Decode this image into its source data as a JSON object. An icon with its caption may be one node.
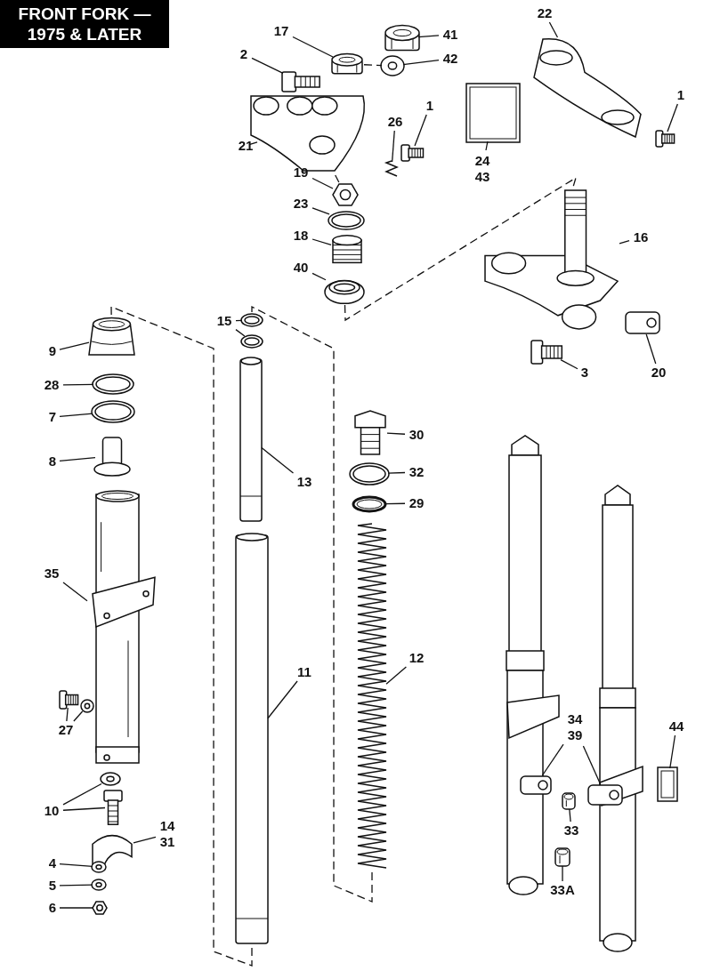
{
  "diagram": {
    "title": "FRONT FORK — 1975 & LATER",
    "nodes": [
      {
        "text": [
          "17"
        ]
      },
      {
        "text": [],
        "shape": "picture"
      },
      {
        "text": [
          "2"
        ]
      },
      {
        "text": [],
        "shape": "picture"
      },
      {
        "text": [
          "41"
        ]
      },
      {
        "text": [],
        "shape": "picture"
      },
      {
        "text": [
          "42"
        ]
      },
      {
        "text": [],
        "shape": "picture"
      },
      {
        "text": [
          "21"
        ]
      },
      {
        "text": [],
        "shape": "picture"
      },
      {
        "text": [
          "26"
        ]
      },
      {
        "text": [],
        "shape": "picture"
      },
      {
        "text": [
          "1"
        ]
      },
      {
        "text": [],
        "shape": "picture"
      },
      {
        "text": [
          "22"
        ]
      },
      {
        "text": [],
        "shape": "picture"
      },
      {
        "text": [
          "24 43"
        ]
      },
      {
        "text": [],
        "shape": "picture"
      },
      {
        "text": [
          "1"
        ]
      },
      {
        "text": [],
        "shape": "picture"
      },
      {
        "text": [
          "19"
        ]
      },
      {
        "text": [],
        "shape": "picture"
      },
      {
        "text": [
          "23"
        ]
      },
      {
        "text": [],
        "shape": "picture"
      },
      {
        "text": [
          "18"
        ]
      },
      {
        "text": [],
        "shape": "picture"
      },
      {
        "text": [
          "40"
        ]
      },
      {
        "text": [],
        "shape": "picture"
      },
      {
        "text": [
          "16"
        ]
      },
      {
        "text": [],
        "shape": "picture"
      },
      {
        "text": [
          "3"
        ]
      },
      {
        "text": [],
        "shape": "picture"
      },
      {
        "text": [
          "20"
        ]
      },
      {
        "text": [],
        "shape": "picture"
      },
      {
        "text": [
          "15"
        ]
      },
      {
        "text": [],
        "shape": "picture"
      },
      {
        "text": [],
        "shape": "picture"
      },
      {
        "text": [
          "9"
        ]
      },
      {
        "text": [],
        "shape": "picture"
      },
      {
        "text": [
          "28"
        ]
      },
      {
        "text": [],
        "shape": "picture"
      },
      {
        "text": [
          "7"
        ]
      },
      {
        "text": [],
        "shape": "picture"
      },
      {
        "text": [
          "8"
        ]
      },
      {
        "text": [],
        "shape": "picture"
      },
      {
        "text": [
          "35"
        ]
      },
      {
        "text": [],
        "shape": "picture"
      },
      {
        "text": [
          "13"
        ]
      },
      {
        "text": [],
        "shape": "picture"
      },
      {
        "text": [
          "30"
        ]
      },
      {
        "text": [],
        "shape": "picture"
      },
      {
        "text": [
          "32"
        ]
      },
      {
        "text": [],
        "shape": "picture"
      },
      {
        "text": [
          "29"
        ]
      },
      {
        "text": [],
        "shape": "picture"
      },
      {
        "text": [
          "12"
        ]
      },
      {
        "text": [],
        "shape": "picture"
      },
      {
        "text": [
          "11"
        ]
      },
      {
        "text": [],
        "shape": "picture"
      },
      {
        "text": [
          "27"
        ]
      },
      {
        "text": [],
        "shape": "picture"
      },
      {
        "text": [],
        "shape": "picture"
      },
      {
        "text": [
          "10"
        ]
      },
      {
        "text": [],
        "shape": "picture"
      },
      {
        "text": [],
        "shape": "picture"
      },
      {
        "text": [
          "14 31"
        ]
      },
      {
        "text": [],
        "shape": "picture"
      },
      {
        "text": [
          "4"
        ]
      },
      {
        "text": [],
        "shape": "picture"
      },
      {
        "text": [
          "5"
        ]
      },
      {
        "text": [],
        "shape": "picture"
      },
      {
        "text": [
          "6"
        ]
      },
      {
        "text": [],
        "shape": "picture"
      },
      {
        "text": [
          "34 39"
        ]
      },
      {
        "text": [],
        "shape": "picture"
      },
      {
        "text": [],
        "shape": "picture"
      },
      {
        "text": [
          "33"
        ]
      },
      {
        "text": [],
        "shape": "picture"
      },
      {
        "text": [
          "33A"
        ]
      },
      {
        "text": [],
        "shape": "picture"
      },
      {
        "text": [
          "44"
        ]
      },
      {
        "text": [],
        "shape": "picture"
      }
    ],
    "edges": [
      {
        "from": 0,
        "to": 1,
        "arrow": "none"
      },
      {
        "from": 2,
        "to": 3,
        "arrow": "none"
      },
      {
        "from": 4,
        "to": 5,
        "arrow": "none"
      },
      {
        "from": 6,
        "to": 7,
        "arrow": "none"
      },
      {
        "from": 8,
        "to": 9,
        "arrow": "none"
      },
      {
        "from": 10,
        "to": 11,
        "arrow": "none"
      },
      {
        "from": 12,
        "to": 13,
        "arrow": "none"
      },
      {
        "from": 14,
        "to": 15,
        "arrow": "none"
      },
      {
        "from": 16,
        "to": 17,
        "arrow": "none"
      },
      {
        "from": 18,
        "to": 19,
        "arrow": "none"
      },
      {
        "from": 20,
        "to": 21,
        "arrow": "none"
      },
      {
        "from": 22,
        "to": 23,
        "arrow": "none"
      },
      {
        "from": 24,
        "to": 25,
        "arrow": "none"
      },
      {
        "from": 26,
        "to": 27,
        "arrow": "none"
      },
      {
        "from": 28,
        "to": 29,
        "arrow": "none"
      },
      {
        "from": 30,
        "to": 31,
        "arrow": "none"
      },
      {
        "from": 32,
        "to": 33,
        "arrow": "none"
      },
      {
        "from": 34,
        "to": 35,
        "arrow": "none"
      },
      {
        "from": 34,
        "to": 36,
        "arrow": "none"
      },
      {
        "from": 37,
        "to": 38,
        "arrow": "none"
      },
      {
        "from": 39,
        "to": 40,
        "arrow": "none"
      },
      {
        "from": 41,
        "to": 42,
        "arrow": "none"
      },
      {
        "from": 43,
        "to": 44,
        "arrow": "none"
      },
      {
        "from": 45,
        "to": 46,
        "arrow": "none"
      },
      {
        "from": 47,
        "to": 48,
        "arrow": "none"
      },
      {
        "from": 49,
        "to": 50,
        "arrow": "none"
      },
      {
        "from": 51,
        "to": 52,
        "arrow": "none"
      },
      {
        "from": 53,
        "to": 54,
        "arrow": "none"
      },
      {
        "from": 55,
        "to": 56,
        "arrow": "none"
      },
      {
        "from": 57,
        "to": 58,
        "arrow": "none"
      },
      {
        "from": 59,
        "to": 60,
        "arrow": "none"
      },
      {
        "from": 59,
        "to": 61,
        "arrow": "none"
      },
      {
        "from": 62,
        "to": 63,
        "arrow": "none"
      },
      {
        "from": 62,
        "to": 64,
        "arrow": "none"
      },
      {
        "from": 65,
        "to": 66,
        "arrow": "none"
      },
      {
        "from": 67,
        "to": 68,
        "arrow": "none"
      },
      {
        "from": 69,
        "to": 70,
        "arrow": "none"
      },
      {
        "from": 71,
        "to": 72,
        "arrow": "none"
      },
      {
        "from": 73,
        "to": 74,
        "arrow": "none"
      },
      {
        "from": 73,
        "to": 75,
        "arrow": "none"
      },
      {
        "from": 76,
        "to": 77,
        "arrow": "none"
      },
      {
        "from": 78,
        "to": 79,
        "arrow": "none"
      },
      {
        "from": 80,
        "to": 81,
        "arrow": "none"
      },
      {
        "from": 1,
        "to": 7,
        "arrow": "none",
        "style": "dashed"
      },
      {
        "from": 9,
        "to": 21,
        "arrow": "none",
        "style": "dashed"
      },
      {
        "from": 27,
        "to": 29,
        "arrow": "none",
        "style": "dashed"
      },
      {
        "from": 38,
        "to": 58,
        "arrow": "none",
        "style": "dashed"
      },
      {
        "from": 35,
        "to": 56,
        "arrow": "none",
        "style": "dashed"
      }
    ]
  }
}
